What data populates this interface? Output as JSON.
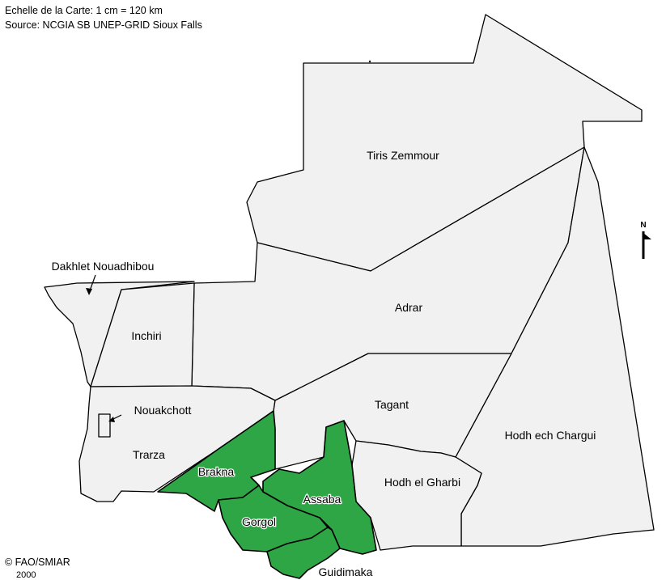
{
  "header": {
    "scale": "Echelle de la Carte: 1 cm = 120 km",
    "source": "Source: NCGIA SB UNEP-GRID Sioux Falls"
  },
  "footer": {
    "copyright": "© FAO/SMIAR",
    "year": "2000"
  },
  "map": {
    "north_label": "N",
    "colors": {
      "highlight": "#2ea646",
      "default": "#f1f1f1",
      "border": "#000000",
      "highlight_border": "#ffffff"
    },
    "regions": [
      {
        "name": "Tiris Zemmour",
        "highlighted": false
      },
      {
        "name": "Dakhlet Nouadhibou",
        "highlighted": false
      },
      {
        "name": "Adrar",
        "highlighted": false
      },
      {
        "name": "Inchiri",
        "highlighted": false
      },
      {
        "name": "Nouakchott",
        "highlighted": false
      },
      {
        "name": "Tagant",
        "highlighted": false
      },
      {
        "name": "Hodh ech Chargui",
        "highlighted": false
      },
      {
        "name": "Trarza",
        "highlighted": false
      },
      {
        "name": "Hodh el Gharbi",
        "highlighted": false
      },
      {
        "name": "Brakna",
        "highlighted": true
      },
      {
        "name": "Assaba",
        "highlighted": true
      },
      {
        "name": "Gorgol",
        "highlighted": true
      },
      {
        "name": "Guidimaka",
        "highlighted": true
      }
    ]
  }
}
